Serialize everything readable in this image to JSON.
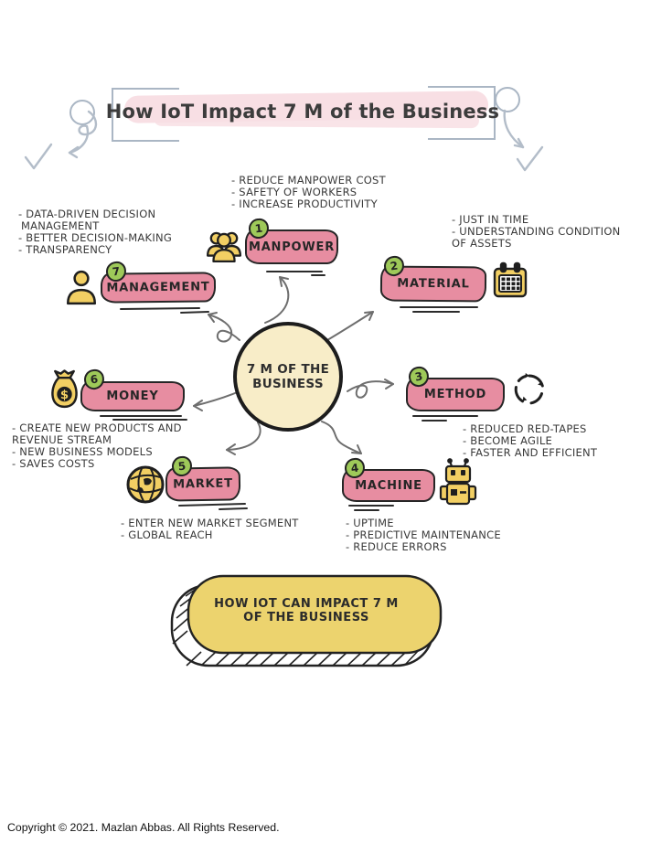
{
  "title": {
    "text": "How IoT Impact 7 M of the Business"
  },
  "center": {
    "line1": "7 M OF THE",
    "line2": "BUSINESS"
  },
  "branches": {
    "manpower": {
      "num": "1",
      "label": "MANPOWER",
      "icon": "people-icon",
      "bullets": [
        "- REDUCE MANPOWER COST",
        "- SAFETY OF WORKERS",
        "- INCREASE PRODUCTIVITY"
      ]
    },
    "material": {
      "num": "2",
      "label": "MATERIAL",
      "icon": "calendar-icon",
      "bullets": [
        "- JUST IN TIME",
        "- UNDERSTANDING CONDITION",
        "OF ASSETS"
      ]
    },
    "method": {
      "num": "3",
      "label": "METHOD",
      "icon": "cycle-icon",
      "bullets": [
        "- REDUCED RED-TAPES",
        "- BECOME AGILE",
        "- FASTER AND EFFICIENT"
      ]
    },
    "machine": {
      "num": "4",
      "label": "MACHINE",
      "icon": "robot-icon",
      "bullets": [
        "- UPTIME",
        "- PREDICTIVE MAINTENANCE",
        "- REDUCE ERRORS"
      ]
    },
    "market": {
      "num": "5",
      "label": "MARKET",
      "icon": "globe-icon",
      "bullets": [
        "- ENTER NEW MARKET SEGMENT",
        "- GLOBAL REACH"
      ]
    },
    "money": {
      "num": "6",
      "label": "MONEY",
      "icon": "money-bag-icon",
      "bullets": [
        "- CREATE NEW PRODUCTS AND",
        "REVENUE STREAM",
        "- NEW BUSINESS MODELS",
        "- SAVES COSTS"
      ]
    },
    "management": {
      "num": "7",
      "label": "MANAGEMENT",
      "icon": "person-icon",
      "bullets": [
        "- DATA-DRIVEN DECISION",
        "MANAGEMENT",
        "- BETTER DECISION-MAKING",
        "- TRANSPARENCY"
      ]
    }
  },
  "banner": {
    "line1": "HOW IOT CAN IMPACT 7 M",
    "line2": "OF THE BUSINESS"
  },
  "footer": {
    "copyright": "Copyright © 2021. Mazlan Abbas. All Rights Reserved."
  },
  "colors": {
    "pill_pink": "#e78da1",
    "badge_green": "#9ec959",
    "accent_yellow": "#f2cf63",
    "center_cream": "#f8edc8",
    "banner_yellow": "#ecd36e",
    "outline_dark": "#262626",
    "sketch_gray": "#aab6c4",
    "title_highlight_pink": "#f8dfe4"
  }
}
